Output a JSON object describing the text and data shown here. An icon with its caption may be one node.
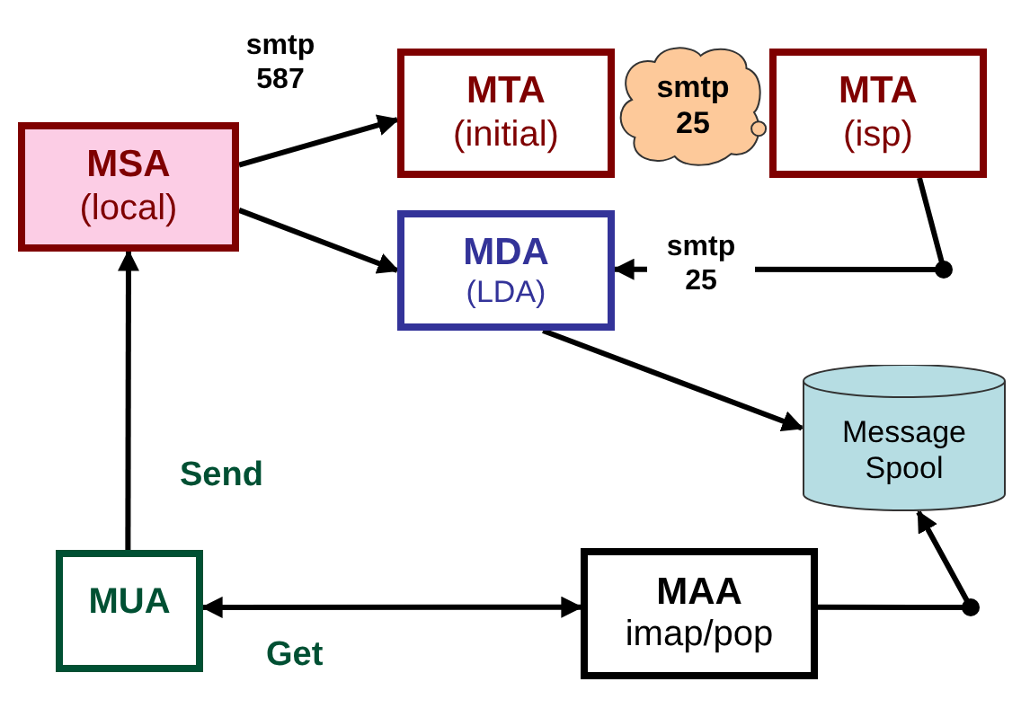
{
  "diagram": {
    "nodes": [
      {
        "text": [
          "MSA",
          "(local)"
        ]
      },
      {
        "text": [
          "MTA",
          "(initial)"
        ]
      },
      {
        "text": [
          "smtp 25"
        ]
      },
      {
        "text": [
          "MTA",
          "(isp)"
        ]
      },
      {
        "text": [
          "MDA",
          "(LDA)"
        ]
      },
      {
        "text": [
          "Message Spool"
        ]
      },
      {
        "text": [
          "MUA"
        ]
      },
      {
        "text": [
          "MAA",
          "imap/pop"
        ]
      }
    ],
    "edges": [
      {
        "from": 0,
        "to": 1,
        "arrow": "to",
        "label": "smtp 587"
      },
      {
        "from": 0,
        "to": 4,
        "arrow": "to"
      },
      {
        "from": 3,
        "to": 4,
        "arrow": "to",
        "label": "smtp 25"
      },
      {
        "from": 4,
        "to": 5,
        "arrow": "to"
      },
      {
        "from": 6,
        "to": 0,
        "arrow": "to",
        "label": "Send"
      },
      {
        "from": 6,
        "to": 7,
        "arrow": "both",
        "label": "Get"
      },
      {
        "from": 7,
        "to": 5,
        "arrow": "to"
      }
    ]
  }
}
